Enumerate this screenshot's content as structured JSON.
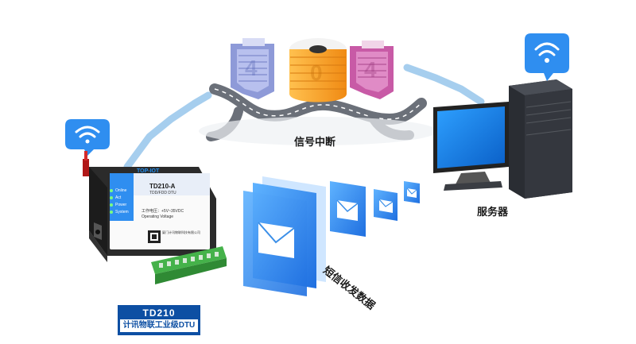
{
  "title": "计讯物联工业级DTU",
  "labels": {
    "signal_break": "信号中断",
    "sms_data": "短信收发数据",
    "server": "服务器"
  },
  "error_code": [
    "4",
    "0",
    "4"
  ],
  "device": {
    "brand": "TOP-IOT",
    "model": "TD210-A",
    "subtitle": "TDD/FDD DTU",
    "leds": [
      "Online",
      "Act",
      "Power",
      "System"
    ],
    "voltage_cn": "工作电压：+5V~35VDC",
    "voltage_en": "Operating Voltage",
    "maker": "厦门计讯物联科技有限公司"
  },
  "badge": {
    "line1": "TD210",
    "line2": "计讯物联工业级DTU"
  },
  "colors": {
    "accent_blue": "#1f8ef0",
    "dark_blue": "#0d4fa3",
    "device_body": "#2b2b2b",
    "terminal_green": "#45b24a",
    "tower_blue": "#8e9ad8",
    "tower_orange": "#f7a22c",
    "tower_pink": "#c85aa6"
  }
}
